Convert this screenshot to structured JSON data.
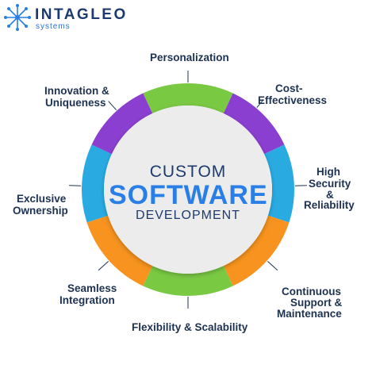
{
  "logo": {
    "name": "INTAGLEO",
    "subtitle": "systems"
  },
  "center": {
    "line1": "CUSTOM",
    "line2": "SOFTWARE",
    "line3": "DEVELOPMENT"
  },
  "benefits": {
    "personalization": "Personalization",
    "cost1": "Cost-",
    "cost2": "Effectiveness",
    "security1": "High",
    "security2": "Security",
    "security3": "&",
    "security4": "Reliability",
    "support1": "Continuous",
    "support2": "Support &",
    "support3": "Maintenance",
    "flex": "Flexibility & Scalability",
    "seamless1": "Seamless",
    "seamless2": "Integration",
    "exclusive1": "Exclusive",
    "exclusive2": "Ownership",
    "innovation1": "Innovation &",
    "innovation2": "Uniqueness"
  },
  "colors": {
    "green": "#7ac943",
    "purple": "#8a3fd1",
    "blue": "#29abe2",
    "orange": "#f7931e",
    "text": "#1d3250",
    "title_blue": "#2a7fe6"
  }
}
